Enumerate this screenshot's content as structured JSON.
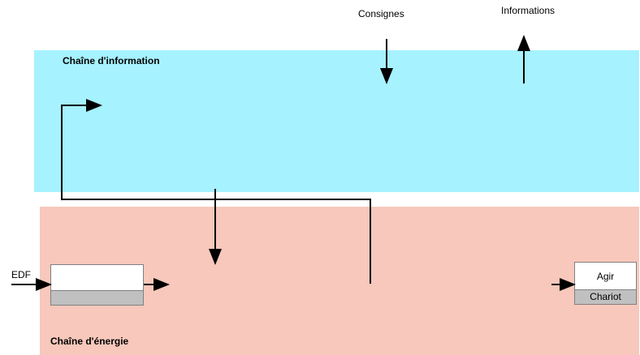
{
  "info_chain": {
    "title": "Chaîne d'information",
    "color": "#a6f2ff"
  },
  "energy_chain": {
    "title": "Chaîne d'énergie",
    "color": "#f7c8bb"
  },
  "inputs": {
    "consignes": "Consignes",
    "informations": "Informations",
    "edf": "EDF"
  },
  "agir_block": {
    "function": "Agir",
    "component": "Chariot"
  }
}
